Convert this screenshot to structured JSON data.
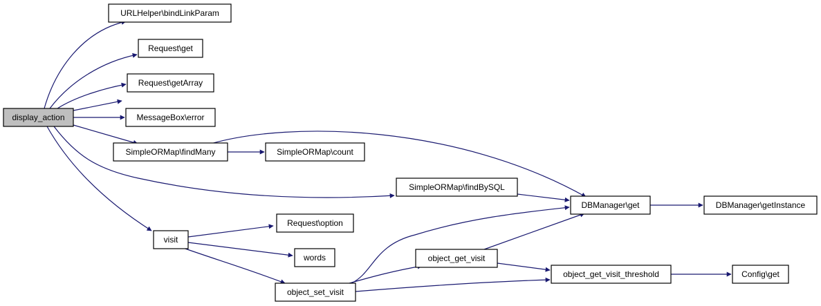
{
  "colors": {
    "edge": "#191970",
    "node_fill": "#ffffff",
    "root_fill": "#bfbfbf",
    "border": "#000000"
  },
  "nodes": {
    "display_action": "display_action",
    "bindLinkParam": "URLHelper\\bindLinkParam",
    "request_get": "Request\\get",
    "request_getArray": "Request\\getArray",
    "messagebox_error": "MessageBox\\error",
    "findMany": "SimpleORMap\\findMany",
    "count": "SimpleORMap\\count",
    "findBySQL": "SimpleORMap\\findBySQL",
    "dbmanager_get": "DBManager\\get",
    "getInstance": "DBManager\\getInstance",
    "visit": "visit",
    "request_option": "Request\\option",
    "words": "words",
    "object_get_visit": "object_get_visit",
    "object_set_visit": "object_set_visit",
    "threshold": "object_get_visit_threshold",
    "config_get": "Config\\get"
  }
}
